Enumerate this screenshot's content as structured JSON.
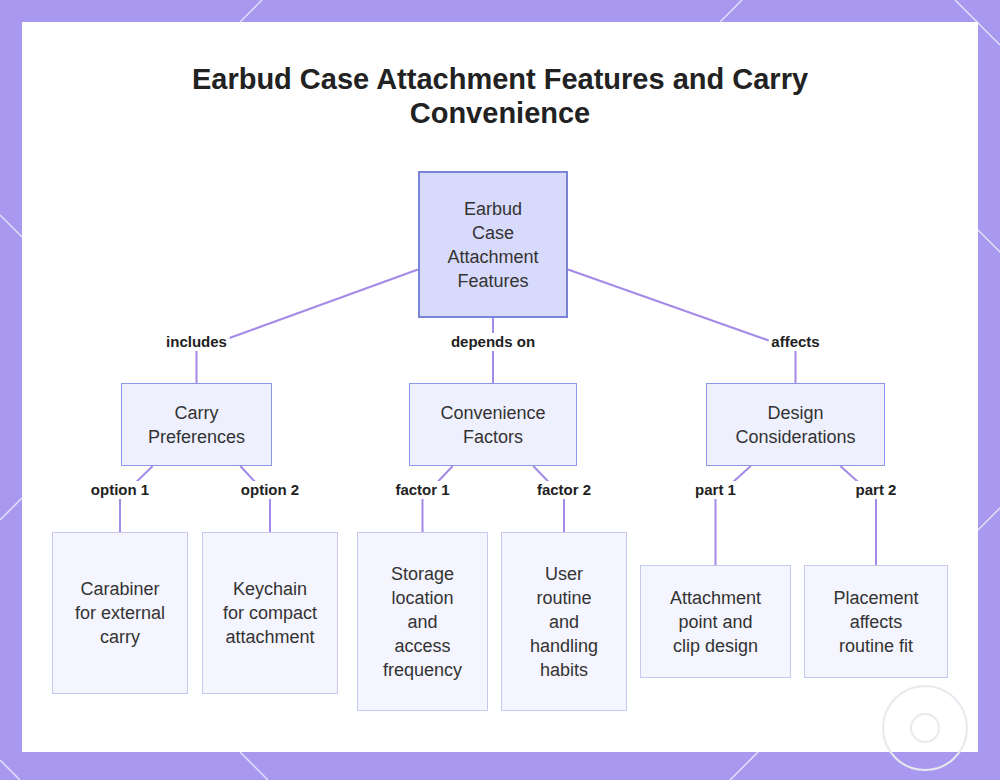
{
  "diagram": {
    "title": "Earbud Case Attachment Features and Carry Convenience",
    "nodes": [
      {
        "text": [
          "Earbud Case Attachment Features"
        ]
      },
      {
        "text": [
          "Carry Preferences"
        ]
      },
      {
        "text": [
          "Convenience Factors"
        ]
      },
      {
        "text": [
          "Design Considerations"
        ]
      },
      {
        "text": [
          "Carabiner for external carry"
        ]
      },
      {
        "text": [
          "Keychain for compact attachment"
        ]
      },
      {
        "text": [
          "Storage location and access frequency"
        ]
      },
      {
        "text": [
          "User routine and handling habits"
        ]
      },
      {
        "text": [
          "Attachment point and clip design"
        ]
      },
      {
        "text": [
          "Placement affects routine fit"
        ]
      }
    ],
    "edges": [
      {
        "from": 0,
        "to": 1,
        "label": "includes",
        "arrow": "none"
      },
      {
        "from": 0,
        "to": 2,
        "label": "depends on",
        "arrow": "none"
      },
      {
        "from": 0,
        "to": 3,
        "label": "affects",
        "arrow": "none"
      },
      {
        "from": 1,
        "to": 4,
        "label": "option 1",
        "arrow": "none"
      },
      {
        "from": 1,
        "to": 5,
        "label": "option 2",
        "arrow": "none"
      },
      {
        "from": 2,
        "to": 6,
        "label": "factor 1",
        "arrow": "none"
      },
      {
        "from": 2,
        "to": 7,
        "label": "factor 2",
        "arrow": "none"
      },
      {
        "from": 3,
        "to": 8,
        "label": "part 1",
        "arrow": "none"
      },
      {
        "from": 3,
        "to": 9,
        "label": "part 2",
        "arrow": "none"
      }
    ]
  }
}
